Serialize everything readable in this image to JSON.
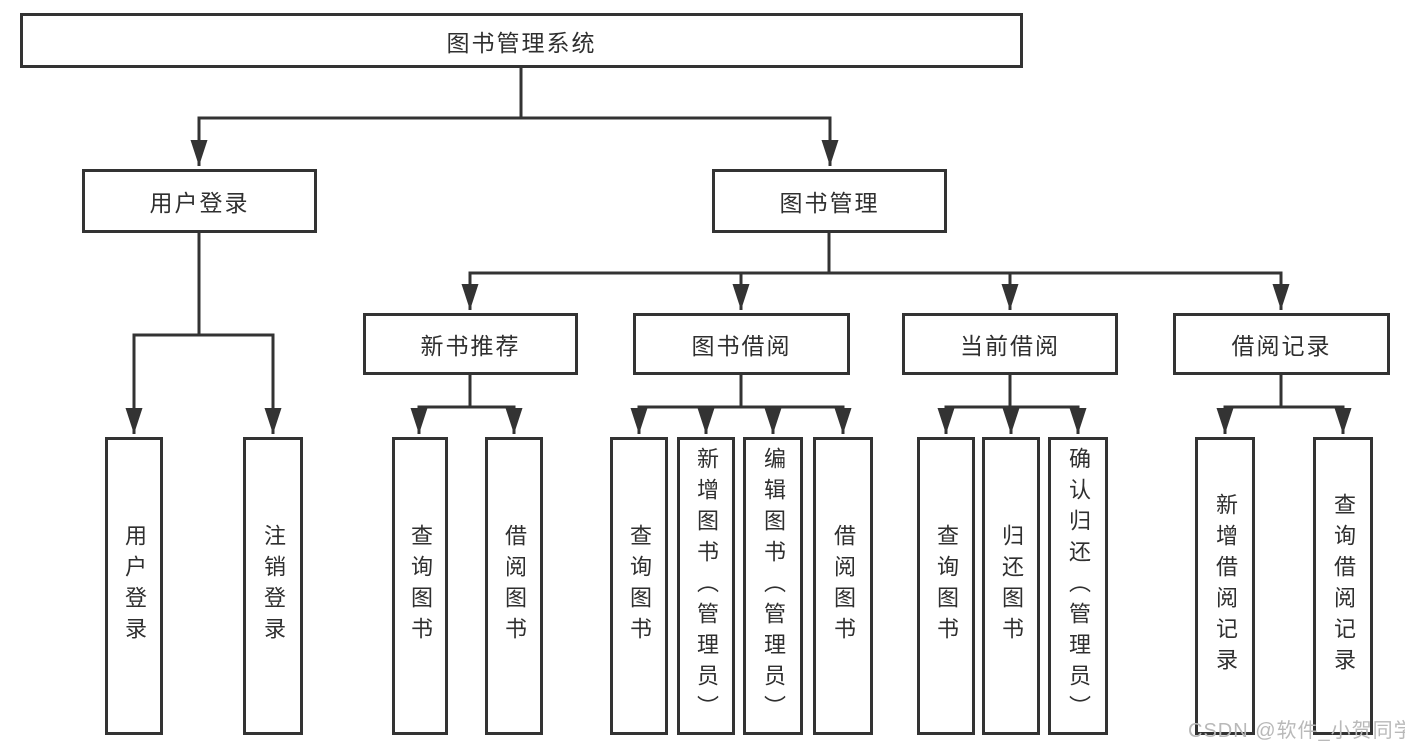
{
  "tree": {
    "label": "图书管理系统",
    "children": [
      {
        "label": "用户登录",
        "children": [
          {
            "label": "用户登录"
          },
          {
            "label": "注销登录"
          }
        ]
      },
      {
        "label": "图书管理",
        "children": [
          {
            "label": "新书推荐",
            "children": [
              {
                "label": "查询图书"
              },
              {
                "label": "借阅图书"
              }
            ]
          },
          {
            "label": "图书借阅",
            "children": [
              {
                "label": "查询图书"
              },
              {
                "label": "新增图书（管理员）"
              },
              {
                "label": "编辑图书（管理员）"
              },
              {
                "label": "借阅图书"
              }
            ]
          },
          {
            "label": "当前借阅",
            "children": [
              {
                "label": "查询图书"
              },
              {
                "label": "归还图书"
              },
              {
                "label": "确认归还（管理员）"
              }
            ]
          },
          {
            "label": "借阅记录",
            "children": [
              {
                "label": "新增借阅记录"
              },
              {
                "label": "查询借阅记录"
              }
            ]
          }
        ]
      }
    ]
  },
  "watermark": {
    "text": "CSDN @软件_小贺同学"
  },
  "colors": {
    "line": "#333333",
    "text": "#2f2f2f",
    "box_background": "#ffffff",
    "page_background": "#ffffff",
    "watermark": "#b9b9b9"
  }
}
